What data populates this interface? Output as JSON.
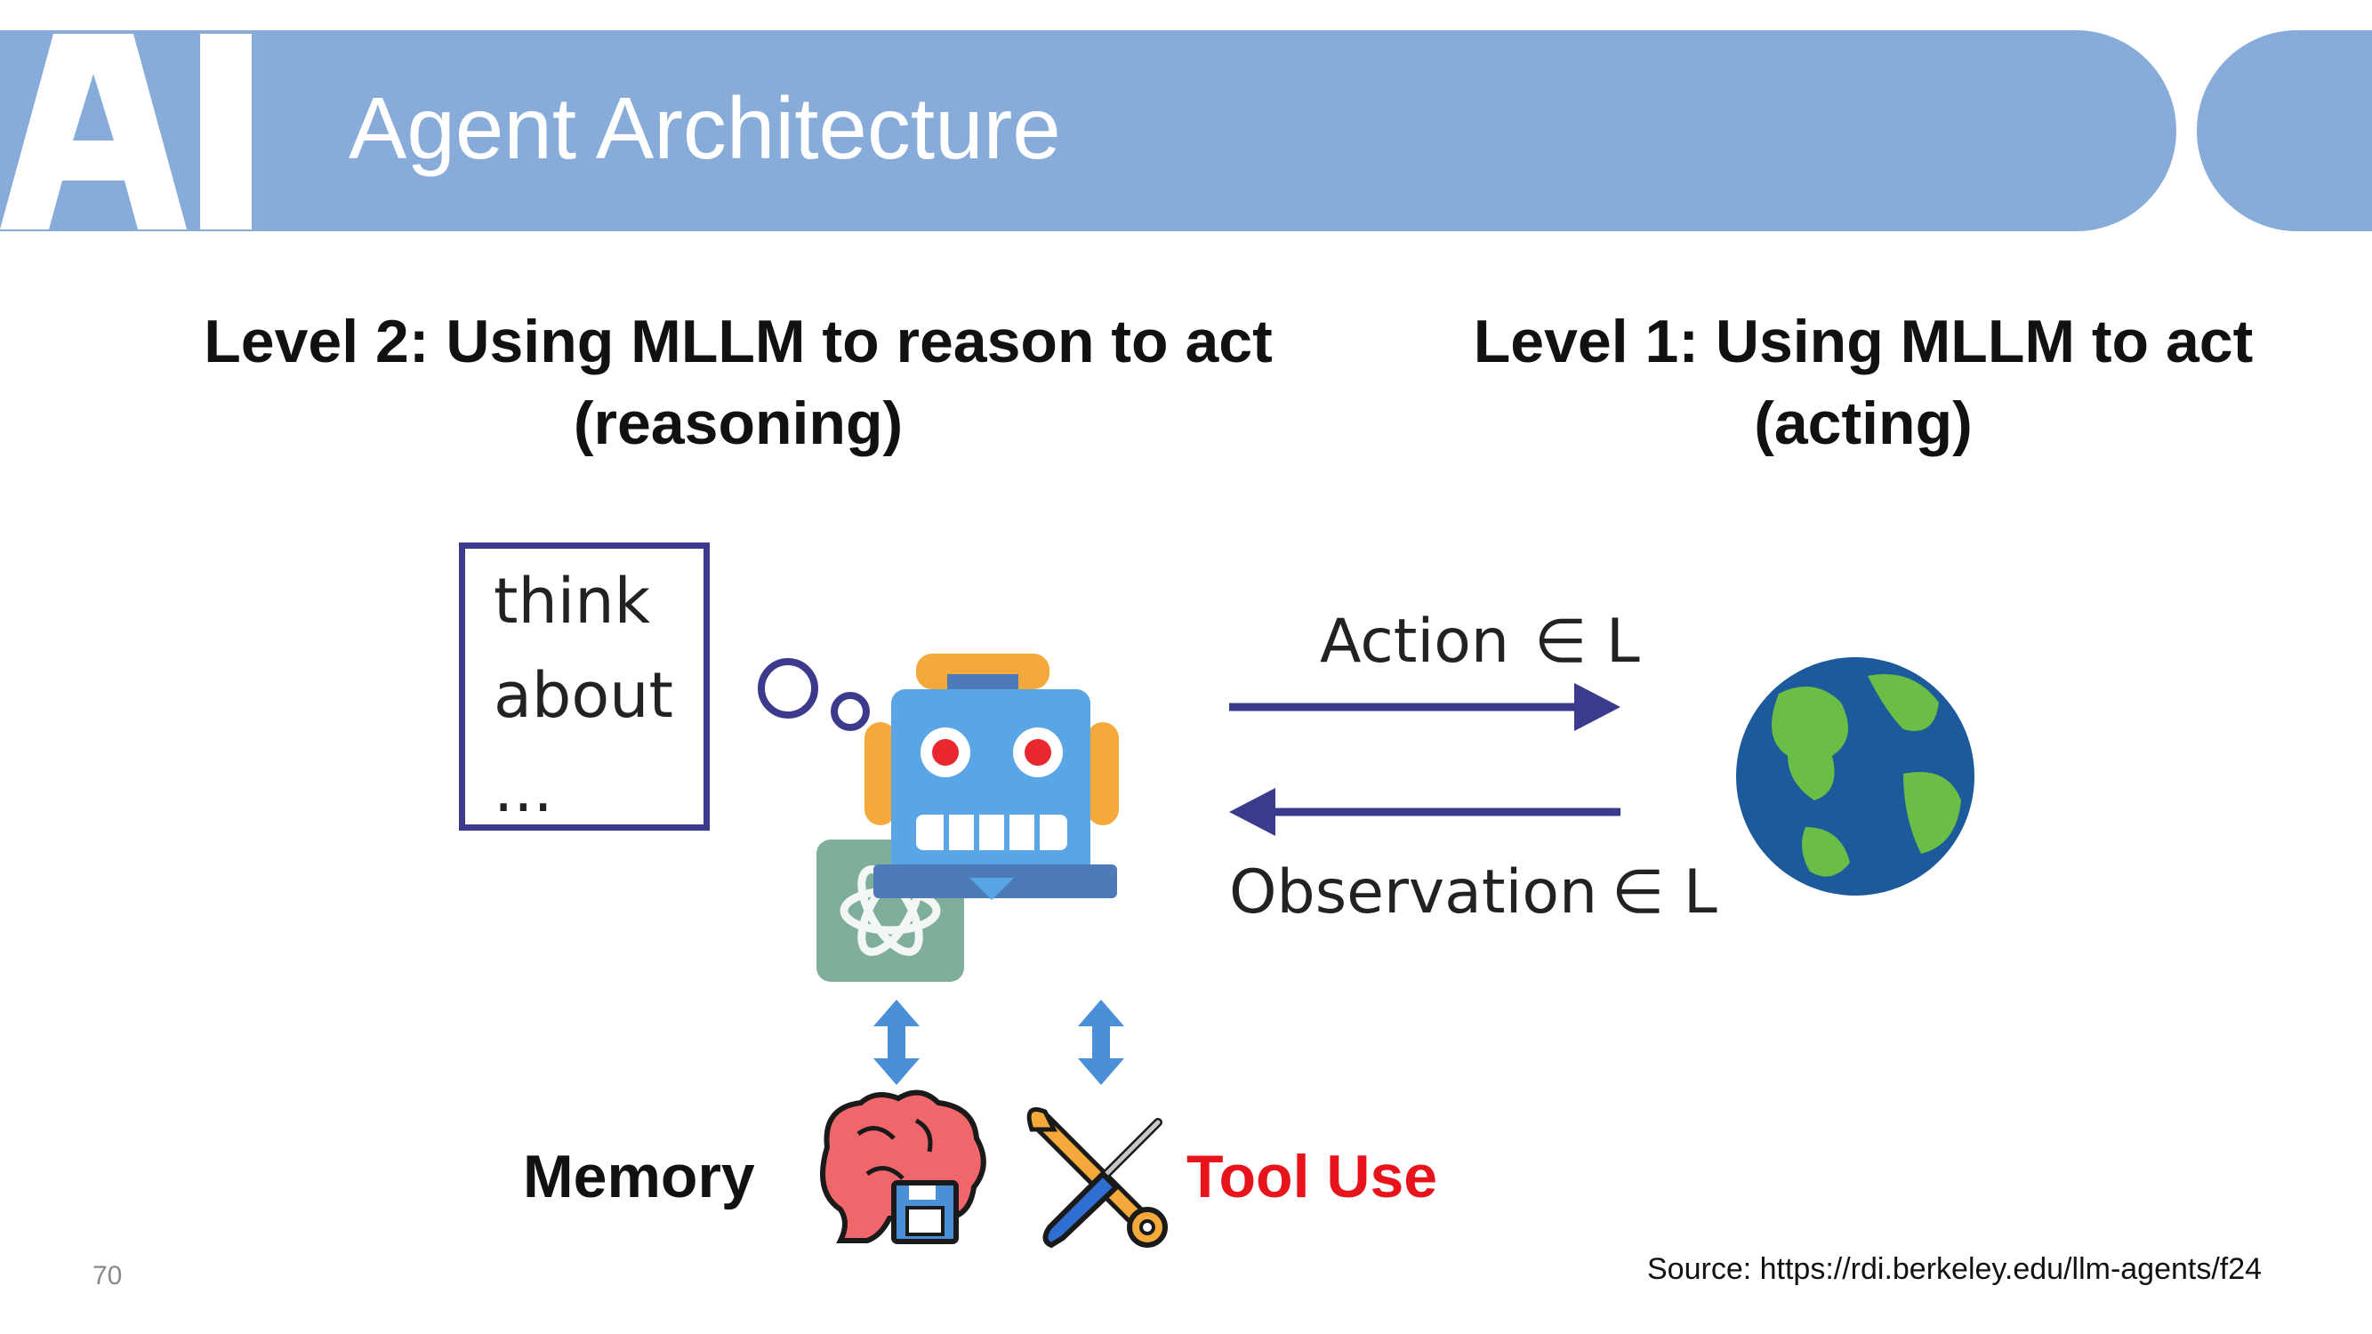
{
  "header": {
    "title": "Agent Architecture",
    "logo_text": "AI"
  },
  "levels": {
    "level2_line1": "Level 2: Using MLLM to reason to act",
    "level2_line2": "(reasoning)",
    "level1_line1": "Level 1: Using MLLM to act",
    "level1_line2": "(acting)"
  },
  "think_box": {
    "line1": "think",
    "line2": "about",
    "line3": "..."
  },
  "loop": {
    "action_label": "Action",
    "action_element_of": "∈ L",
    "observation_label": "Observation",
    "observation_element_of": "∈ L"
  },
  "bottom": {
    "memory_label": "Memory",
    "tool_label": "Tool Use"
  },
  "footer": {
    "page_number": "70",
    "source": "Source: https://rdi.berkeley.edu/llm-agents/f24"
  },
  "colors": {
    "header": "#88acd9",
    "arrow": "#3b3a8c",
    "tool_label": "#e8141c",
    "robot": "#5aa5e6",
    "globe_ocean": "#1d5a9c",
    "globe_land": "#6abd45"
  }
}
